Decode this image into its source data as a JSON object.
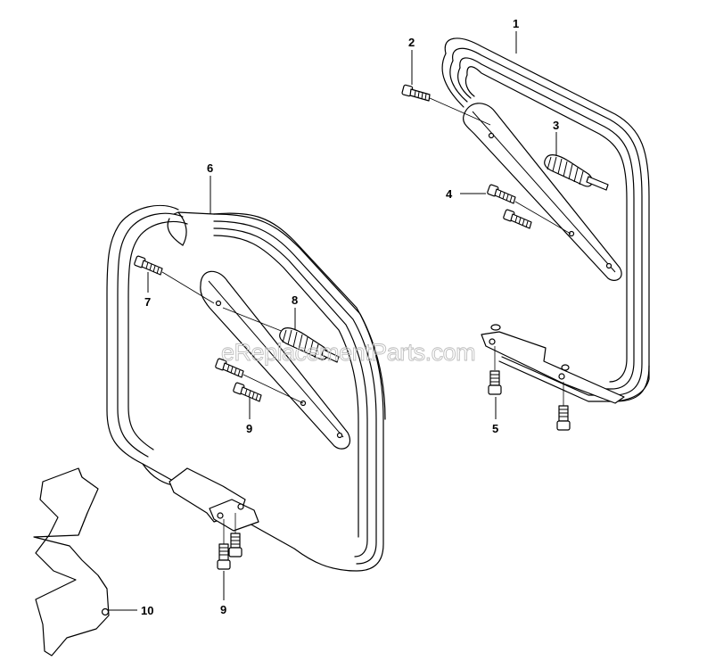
{
  "watermark": "eReplacementParts.com",
  "callouts": {
    "c1": "1",
    "c2": "2",
    "c3": "3",
    "c4": "4",
    "c5": "5",
    "c6": "6",
    "c7": "7",
    "c8": "8",
    "c9a": "9",
    "c9b": "9",
    "c10": "10"
  }
}
